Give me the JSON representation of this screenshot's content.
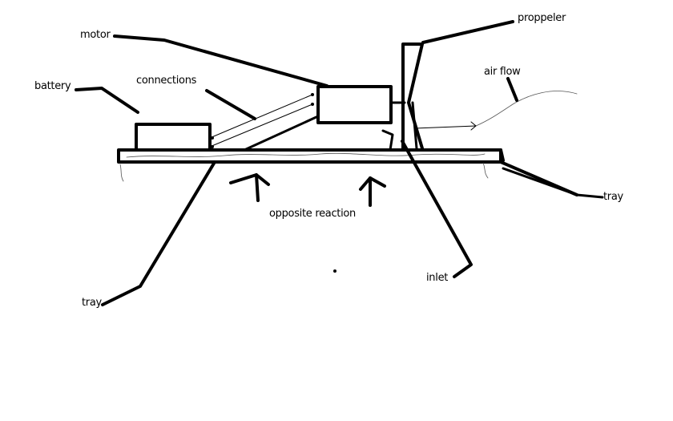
{
  "labels": {
    "motor": "motor",
    "propeller": "proppeler",
    "battery": "battery",
    "connections": "connections",
    "air_flow": "air flow",
    "tray_right": "tray",
    "opposite_reaction": "opposite reaction",
    "inlet": "inlet",
    "tray_left": "tray"
  }
}
